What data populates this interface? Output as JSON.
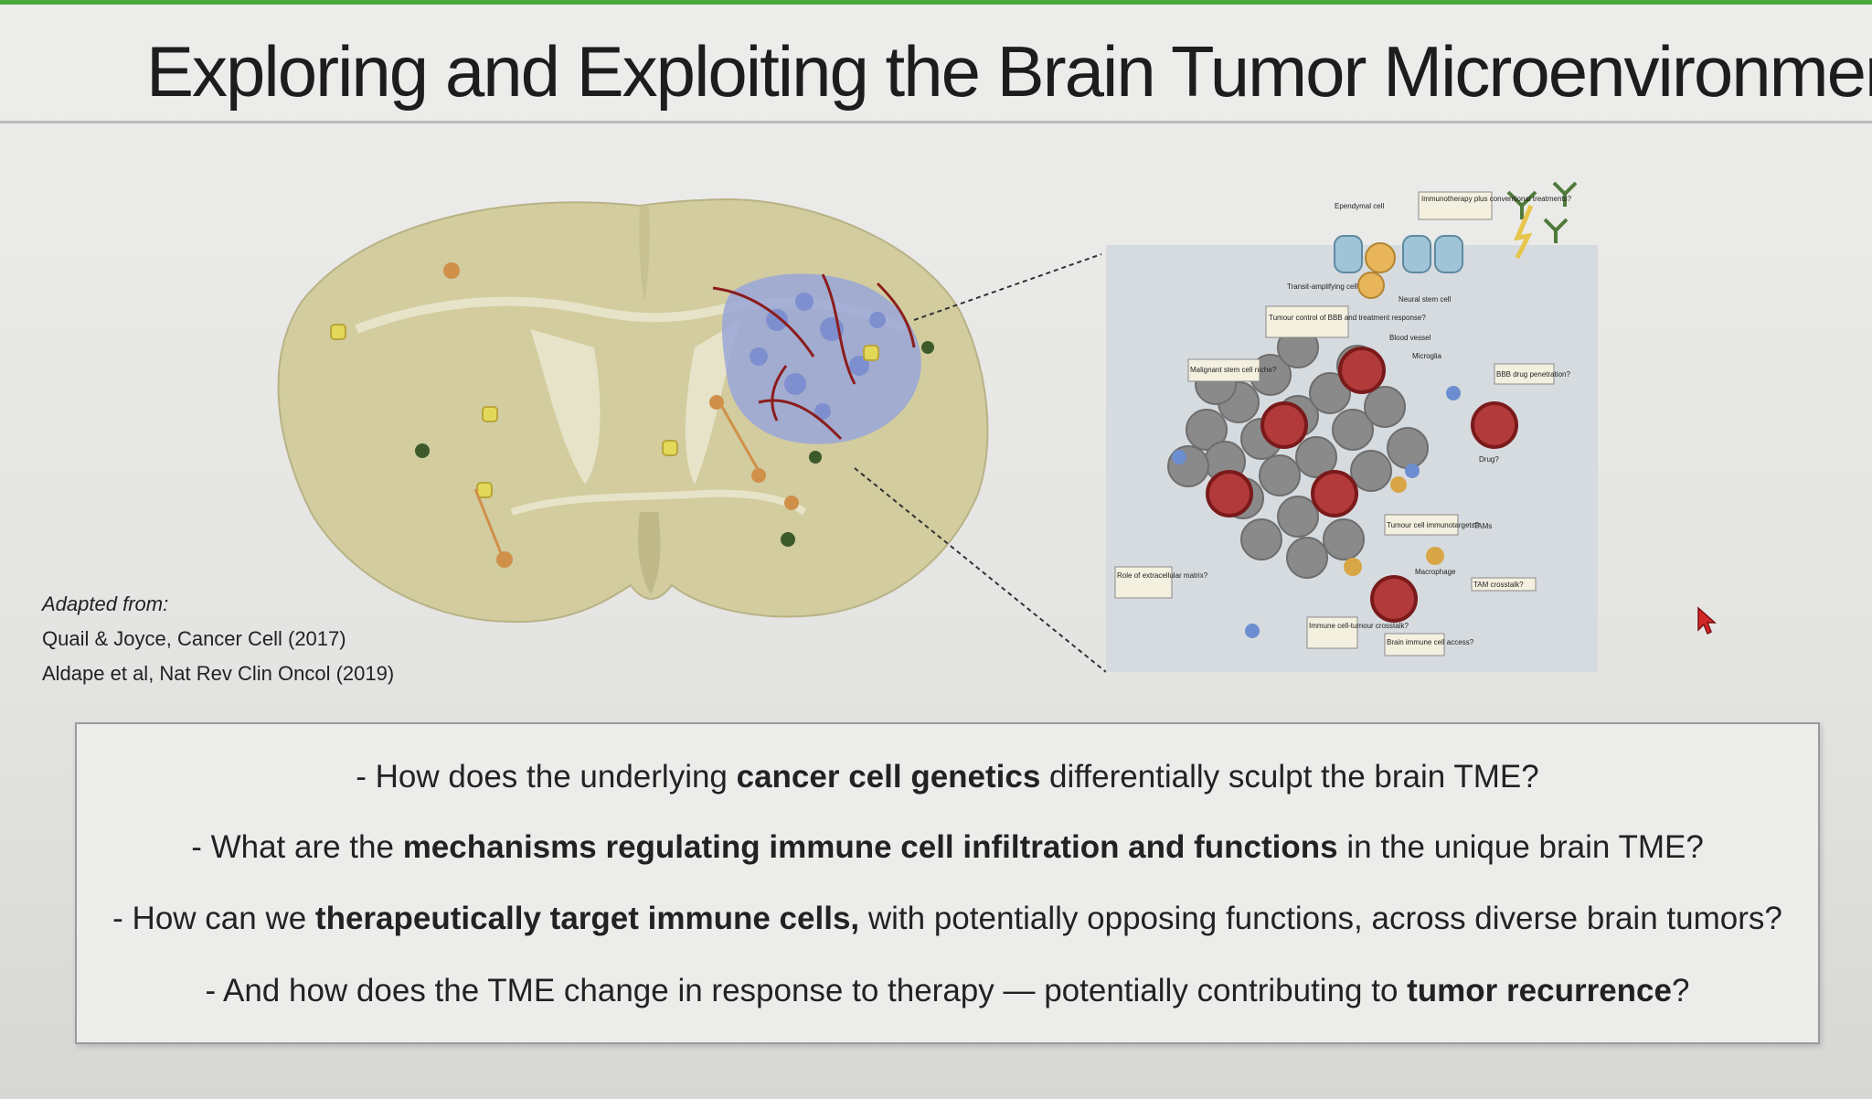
{
  "slide": {
    "title": "Exploring and Exploiting the Brain Tumor Microenvironment",
    "citation": {
      "lead": "Adapted from:",
      "refs": [
        "Quail & Joyce, Cancer Cell (2017)",
        "Aldape et al, Nat Rev Clin Oncol (2019)"
      ]
    },
    "figure_labels": {
      "ependymal": "Ependymal cell",
      "immunotherapy": "Immunotherapy plus conventional treatments?",
      "transit": "Transit-amplifying cell",
      "neural": "Neural stem cell",
      "tumour_control": "Tumour control of BBB and treatment response?",
      "blood_vessel": "Blood vessel",
      "microglia": "Microglia",
      "malignant": "Malignant stem cell niche?",
      "bbb_drug": "BBB drug penetration?",
      "drug": "Drug?",
      "tumour_cell": "Tumour cell immunotargets?",
      "tams": "TAMs",
      "macrophage": "Macrophage",
      "ecm": "Role of extracellular matrix?",
      "tam_crosstalk": "TAM crosstalk?",
      "immune_crosstalk": "Immune cell-tumour crosstalk?",
      "brain_immune": "Brain immune cell access?"
    },
    "questions": [
      {
        "pre": "- How does the underlying ",
        "bold": "cancer cell genetics",
        "post": " differentially sculpt the brain TME?"
      },
      {
        "pre": "- What are the ",
        "bold": "mechanisms regulating immune cell infiltration and functions",
        "post": " in the unique brain TME?"
      },
      {
        "pre": "- How can we ",
        "bold": "therapeutically target immune cells,",
        "post": " with potentially opposing functions, across diverse brain tumors?"
      },
      {
        "pre": "- And how does the TME change in response to therapy — potentially contributing to ",
        "bold": "tumor recurrence",
        "post": "?"
      }
    ],
    "colors": {
      "accent_bar": "#4aa83c",
      "brain": "#d2cc9f",
      "tumor": "#9aa6d8",
      "vessel": "#8b1d1d"
    }
  }
}
